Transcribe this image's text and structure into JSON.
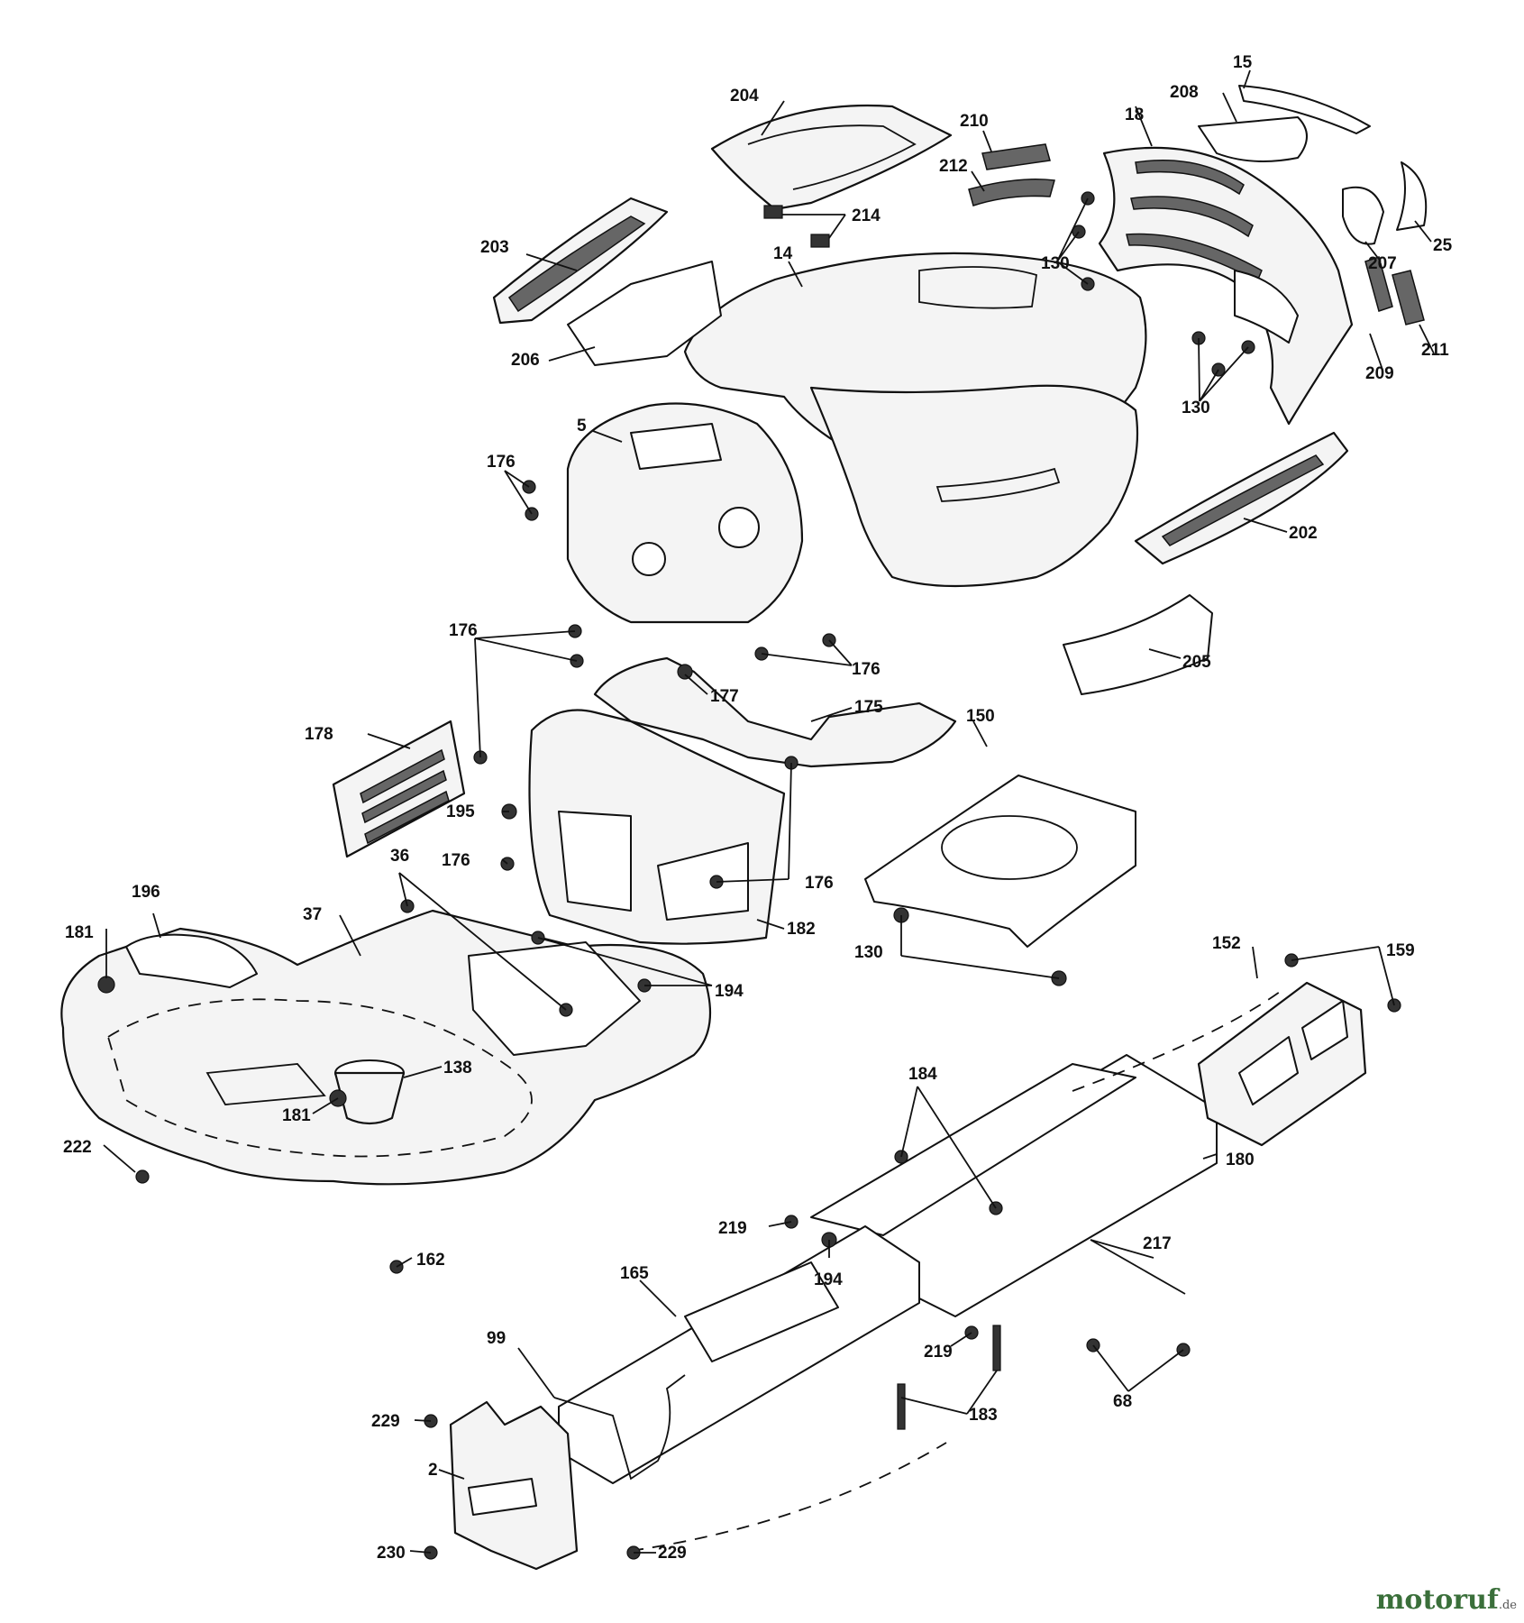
{
  "labels": {
    "l2": "2",
    "l5": "5",
    "l14": "14",
    "l15": "15",
    "l18": "18",
    "l25": "25",
    "l36": "36",
    "l37": "37",
    "l68": "68",
    "l99": "99",
    "l130a": "130",
    "l130b": "130",
    "l130c": "130",
    "l138": "138",
    "l150": "150",
    "l152": "152",
    "l159": "159",
    "l162": "162",
    "l165": "165",
    "l175": "175",
    "l176a": "176",
    "l176b": "176",
    "l176c": "176",
    "l176d": "176",
    "l176e": "176",
    "l177": "177",
    "l178": "178",
    "l180": "180",
    "l181a": "181",
    "l181b": "181",
    "l182": "182",
    "l183": "183",
    "l184": "184",
    "l194a": "194",
    "l194b": "194",
    "l195": "195",
    "l196": "196",
    "l202": "202",
    "l203": "203",
    "l204": "204",
    "l205": "205",
    "l206": "206",
    "l207": "207",
    "l208": "208",
    "l209": "209",
    "l210": "210",
    "l211": "211",
    "l212": "212",
    "l214": "214",
    "l217": "217",
    "l219a": "219",
    "l219b": "219",
    "l222": "222",
    "l229a": "229",
    "l229b": "229",
    "l230": "230"
  },
  "watermark": {
    "brand": "motoruf",
    "suffix": ".de"
  },
  "colors": {
    "line": "#111111",
    "fill": "#f4f4f4",
    "watermark": "#3a6f3a"
  }
}
